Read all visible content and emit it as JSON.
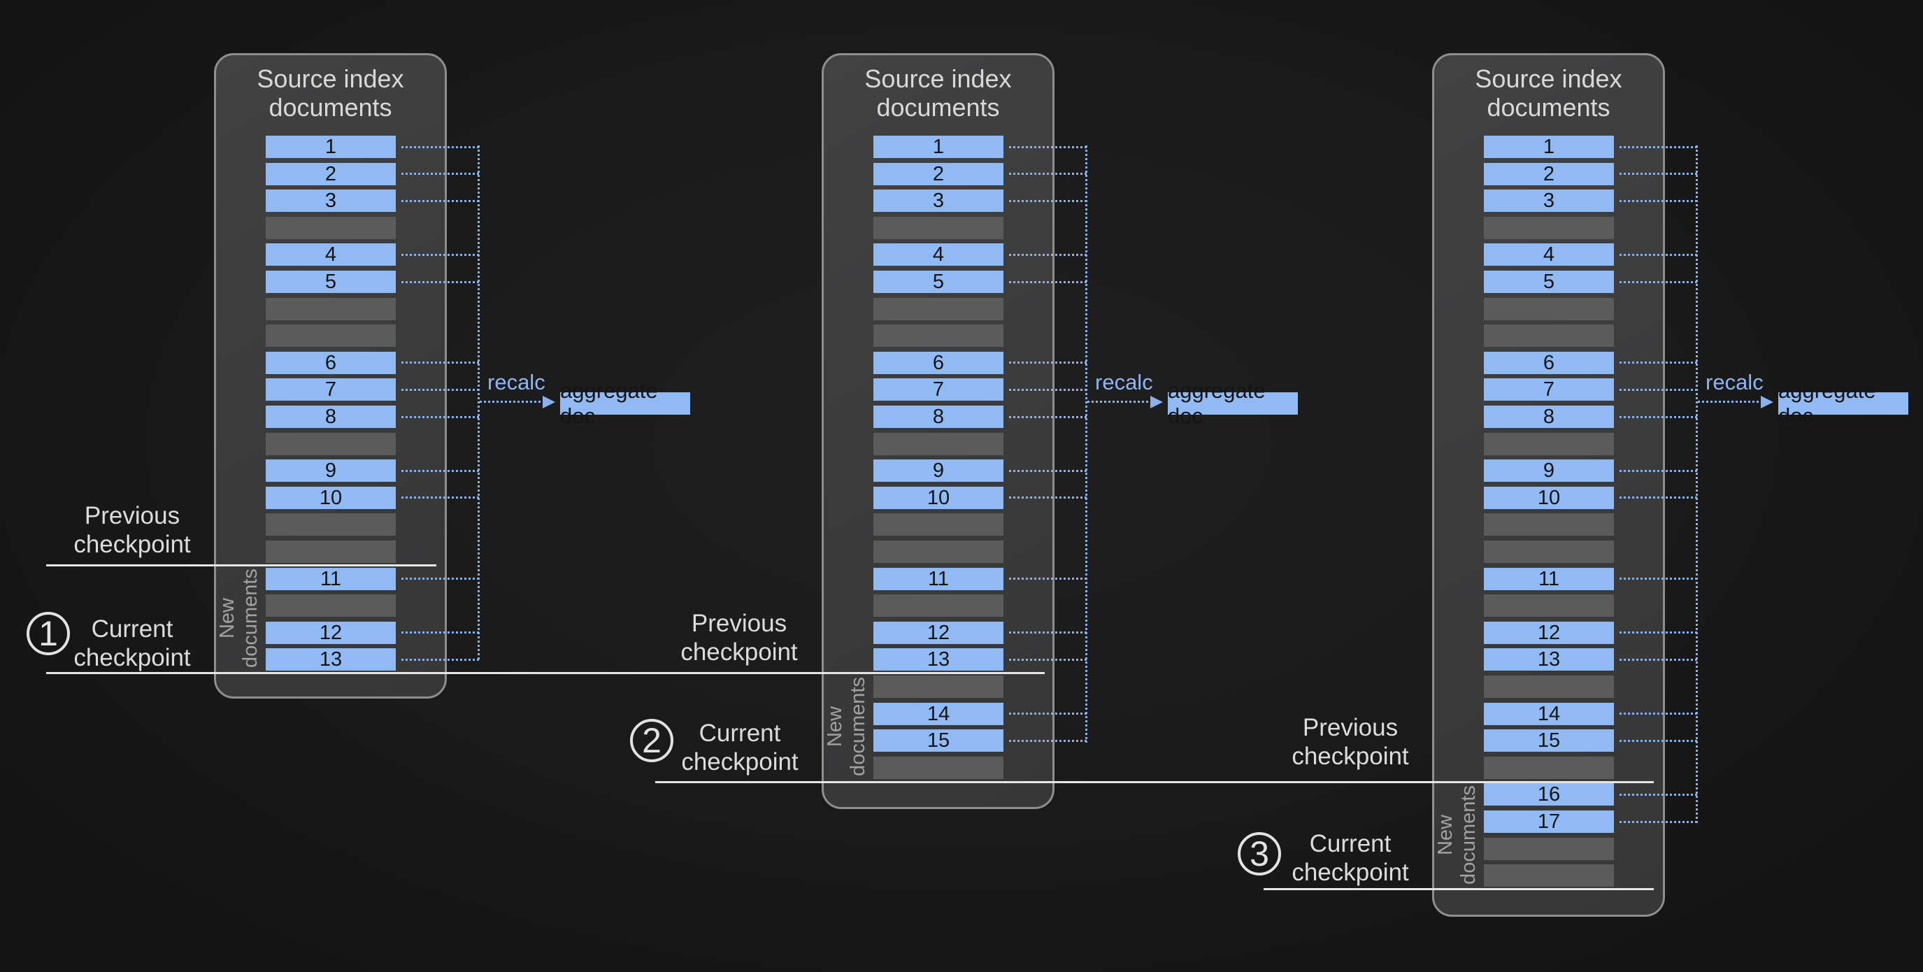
{
  "diagram": {
    "labels": {
      "panel_title": "Source index\ndocuments",
      "recalc": "recalc",
      "aggregate_doc": "aggregate doc",
      "new_documents": "New\ndocuments",
      "previous_checkpoint": "Previous\ncheckpoint",
      "current_checkpoint": "Current\ncheckpoint"
    },
    "colors": {
      "background": "#1a1a1a",
      "panel_fill": "#3c3c3c",
      "panel_border": "#8e8e8e",
      "doc_blue": "#91baf5",
      "empty_gray": "#5b5b5b",
      "connector_blue": "#8ab1ea",
      "connector_text": "#8fb5f2",
      "checkpoint_line": "#e6e6e6",
      "label_text": "#dcdcdc",
      "muted_text": "#a2a2a2",
      "doc_number_text": "#141414"
    },
    "panels": [
      {
        "badge": "1",
        "slots": [
          "1",
          "2",
          "3",
          "",
          "4",
          "5",
          "",
          "",
          "6",
          "7",
          "8",
          "",
          "9",
          "10",
          "",
          "",
          "11",
          "",
          "12",
          "13"
        ]
      },
      {
        "badge": "2",
        "slots": [
          "1",
          "2",
          "3",
          "",
          "4",
          "5",
          "",
          "",
          "6",
          "7",
          "8",
          "",
          "9",
          "10",
          "",
          "",
          "11",
          "",
          "12",
          "13",
          "",
          "14",
          "15",
          ""
        ]
      },
      {
        "badge": "3",
        "slots": [
          "1",
          "2",
          "3",
          "",
          "4",
          "5",
          "",
          "",
          "6",
          "7",
          "8",
          "",
          "9",
          "10",
          "",
          "",
          "11",
          "",
          "12",
          "13",
          "",
          "14",
          "15",
          "",
          "16",
          "17",
          "",
          ""
        ]
      }
    ]
  }
}
